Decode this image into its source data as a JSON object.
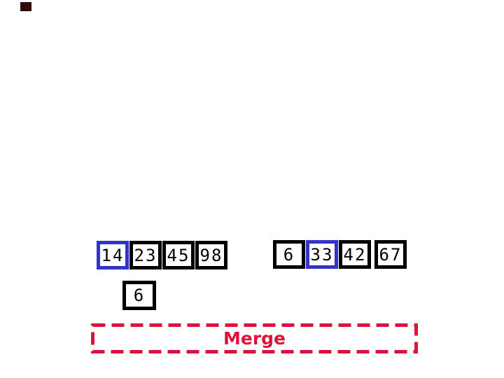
{
  "slide": {
    "background": "#ffffff",
    "description_colors": {
      "box_border": "#000000",
      "highlight_border": "#3333cc",
      "merge_accent": "#dc143c",
      "corner_square": "#2e0a0a",
      "digit_color": "#000000"
    }
  },
  "left_array": {
    "cells": [
      {
        "value": "14",
        "highlighted": true
      },
      {
        "value": "23",
        "highlighted": false
      },
      {
        "value": "45",
        "highlighted": false
      },
      {
        "value": "98",
        "highlighted": false
      }
    ]
  },
  "right_array": {
    "cells": [
      {
        "value": "6",
        "highlighted": false
      },
      {
        "value": "33",
        "highlighted": true
      },
      {
        "value": "42",
        "highlighted": false
      },
      {
        "value": "67",
        "highlighted": false
      }
    ]
  },
  "output_array": {
    "cells": [
      {
        "value": "6",
        "highlighted": false
      }
    ]
  },
  "merge_box": {
    "label": "Merge"
  }
}
